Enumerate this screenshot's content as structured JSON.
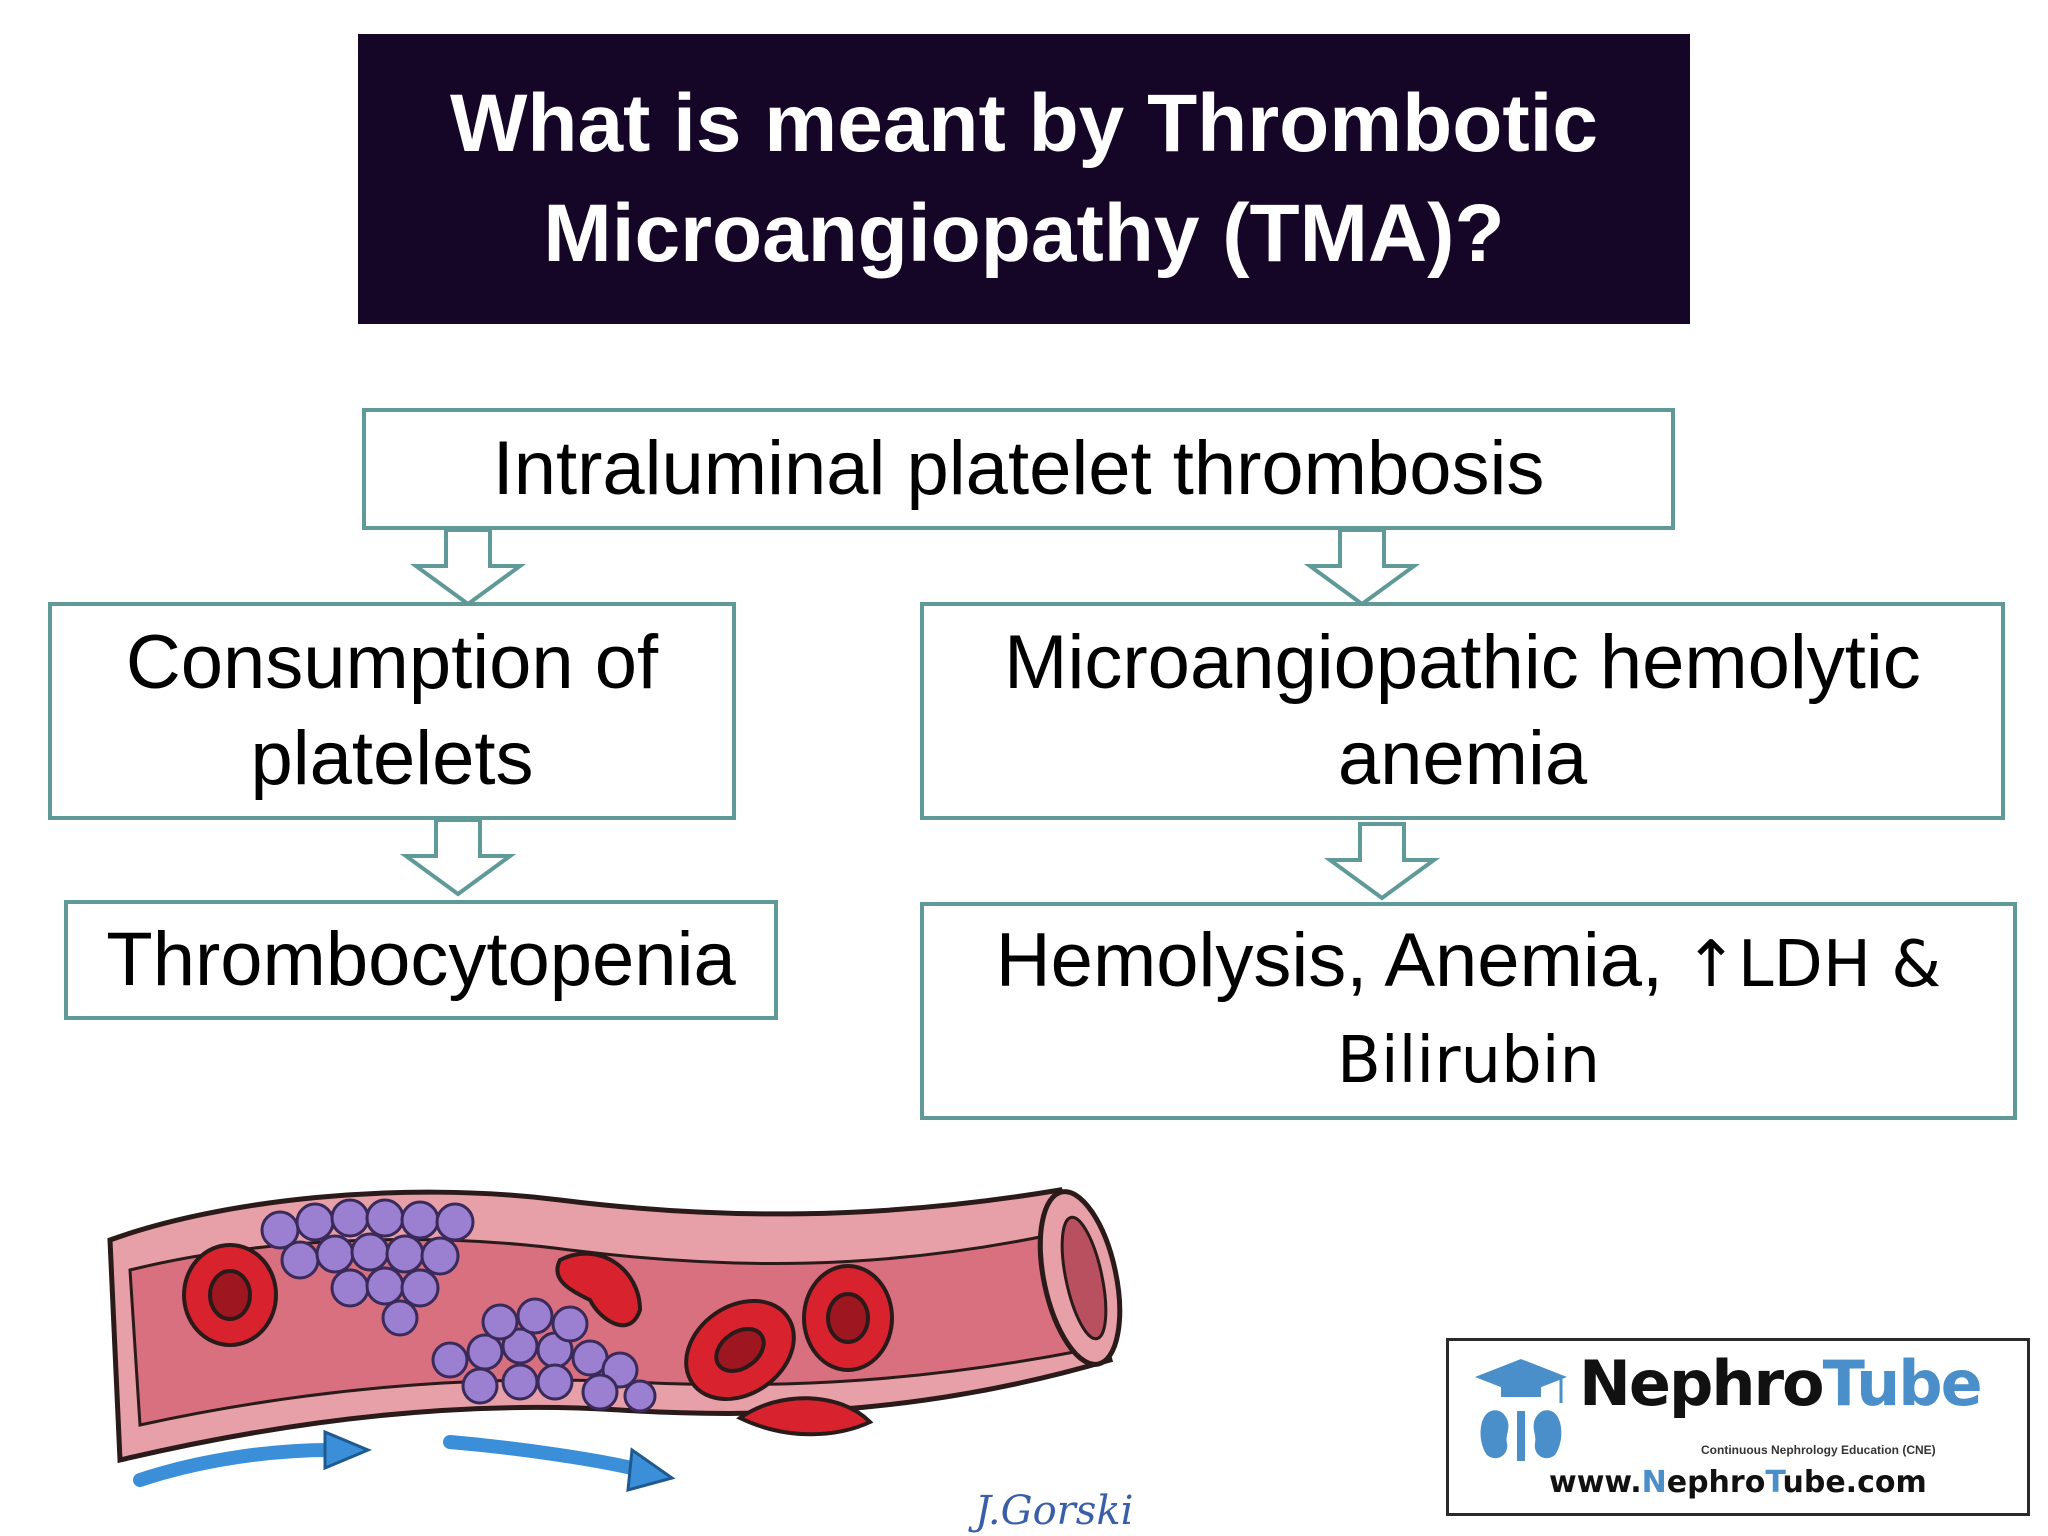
{
  "title": {
    "line1": "What is meant by Thrombotic",
    "line2": "Microangiopathy (TMA)?"
  },
  "nodes": {
    "root": "Intraluminal platelet thrombosis",
    "left_line1": "Consumption of",
    "left_line2": "platelets",
    "right_line1": "Microangiopathic hemolytic",
    "right_line2": "anemia",
    "left_result": "Thrombocytopenia",
    "right_result_line1": "Hemolysis, Anemia, ",
    "right_result_arrow": "↑",
    "right_result_line1b": "LDH &",
    "right_result_line2": "Bilirubin"
  },
  "signature": "J.Gorski",
  "logo": {
    "name_part1": "Nephro",
    "name_part2": "Tube",
    "tagline": "Continuous Nephrology Education (CNE)",
    "url_part1": "www.",
    "url_part2": "N",
    "url_part3": "ephro",
    "url_part4": "T",
    "url_part5": "ube.com"
  },
  "colors": {
    "title_bg": "#150628",
    "box_border": "#5f9a98",
    "vessel": "#e8a0a8",
    "platelets": "#9b7fd0",
    "rbc": "#d8232f",
    "flow_arrow": "#3b8fd8",
    "logo_blue": "#4a8fc9"
  }
}
